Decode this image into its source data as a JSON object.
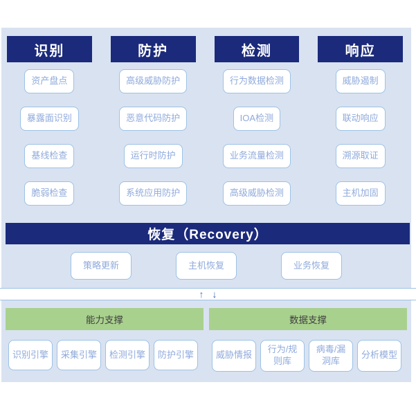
{
  "diagram": {
    "columns": [
      {
        "header": "识别",
        "items": [
          "资产盘点",
          "暴露面识别",
          "基线检查",
          "脆弱检查"
        ]
      },
      {
        "header": "防护",
        "items": [
          "高级威胁防护",
          "恶意代码防护",
          "运行时防护",
          "系统应用防护"
        ]
      },
      {
        "header": "检测",
        "items": [
          "行为数据检测",
          "IOA检测",
          "业务流量检测",
          "高级威胁检测"
        ]
      },
      {
        "header": "响应",
        "items": [
          "威胁遏制",
          "联动响应",
          "溯源取证",
          "主机加固"
        ]
      }
    ],
    "recovery": {
      "header": "恢复（Recovery）",
      "items": [
        "策略更新",
        "主机恢复",
        "业务恢复"
      ]
    },
    "connector": {
      "up_arrow": "↑",
      "down_arrow": "↓"
    },
    "support": [
      {
        "header": "能力支撑",
        "items": [
          "识别引擎",
          "采集引擎",
          "检测引擎",
          "防护引擎"
        ]
      },
      {
        "header": "数据支撑",
        "items": [
          "威胁情报",
          "行为/规则库",
          "病毒/漏洞库",
          "分析模型"
        ]
      }
    ],
    "colors": {
      "header_navy": "#1b2a7b",
      "panel_blue": "#d9e2f1",
      "node_border": "#9cc2e5",
      "node_text": "#8faadc",
      "support_green": "#a9d18e",
      "arrow_blue": "#4472c4"
    }
  }
}
